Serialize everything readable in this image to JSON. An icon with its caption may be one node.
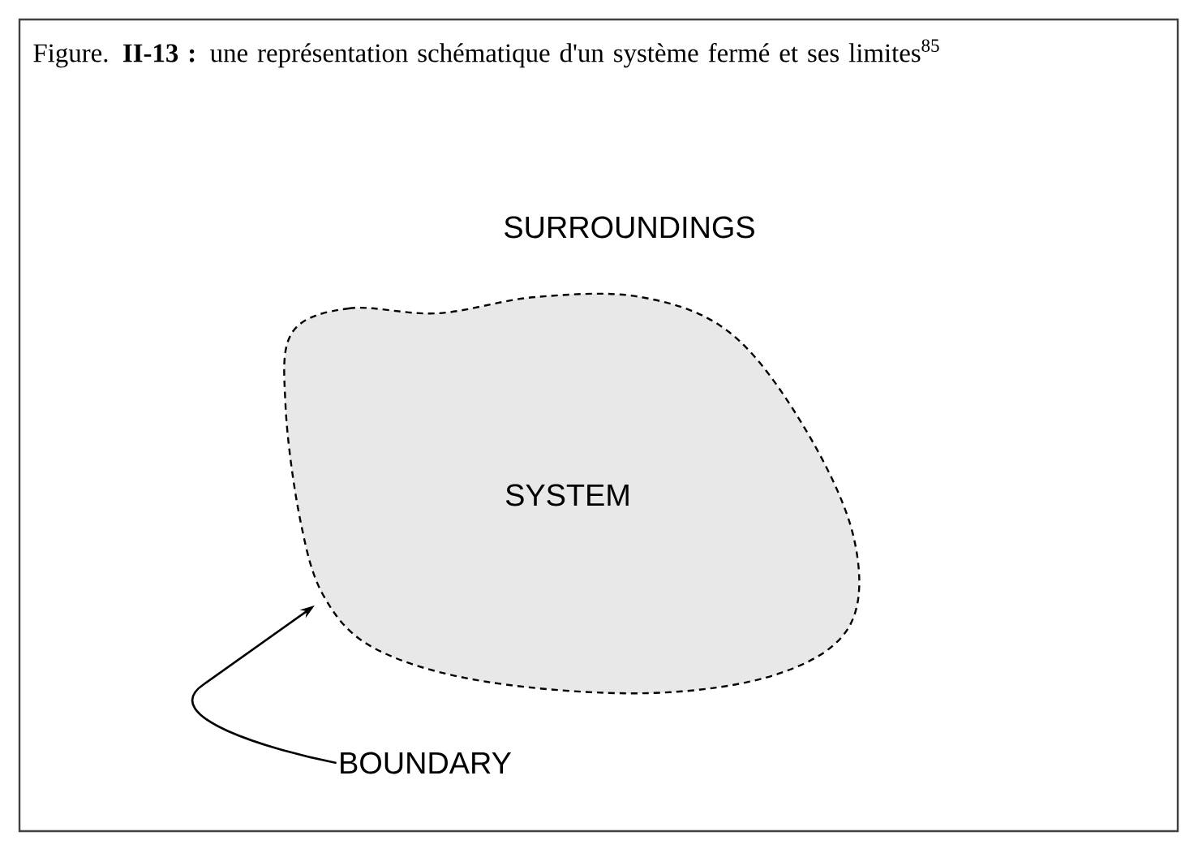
{
  "diagram": {
    "title": "Figure. **II-13 :** une représentation schématique d'un système fermé et ses limites$^{85}$",
    "nodes": [
      {
        "text": [
          "SYSTEM"
        ]
      },
      {
        "text": [
          "BOUNDARY"
        ]
      }
    ],
    "edges": [
      {
        "from": 1,
        "to": 0,
        "arrow": "to"
      }
    ],
    "labels": [
      "SURROUNDINGS"
    ]
  }
}
